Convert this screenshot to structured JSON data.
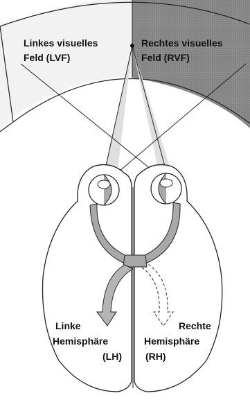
{
  "labels": {
    "lvf_line1": "Linkes visuelles",
    "lvf_line2": "Feld (LVF)",
    "rvf_line1": "Rechtes visuelles",
    "rvf_line2": "Feld (RVF)",
    "lh_line1": "Linke",
    "lh_line2": "Hemisphäre",
    "lh_line3": "(LH)",
    "rh_line1": "Rechte",
    "rh_line2": "Hemisphäre",
    "rh_line3": "(RH)"
  },
  "colors": {
    "left_field": "#f2f2f2",
    "right_field": "#9a9a9a",
    "pathway": "#a8a8a8",
    "outline": "#222222",
    "beam": "#dcdcdc"
  }
}
